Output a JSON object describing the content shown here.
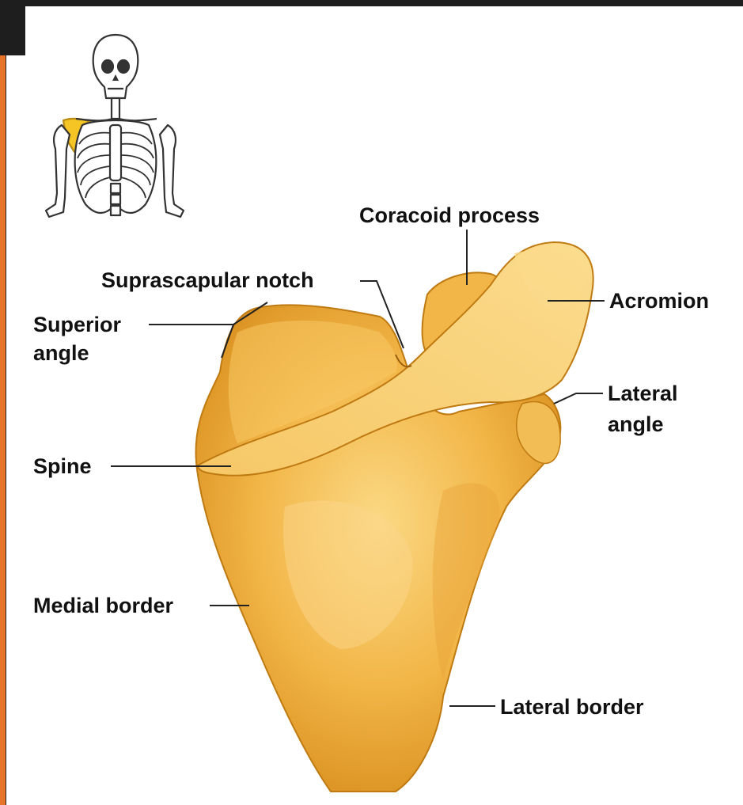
{
  "labels": {
    "coracoid_process": "Coracoid process",
    "suprascapular_notch": "Suprascapular notch",
    "acromion": "Acromion",
    "superior_angle_line1": "Superior",
    "superior_angle_line2": "angle",
    "lateral_angle_line1": "Lateral",
    "lateral_angle_line2": "angle",
    "spine": "Spine",
    "medial_border": "Medial border",
    "lateral_border": "Lateral border"
  },
  "colors": {
    "frame": "#1e1e1e",
    "accent": "#e8742a",
    "bone_fill": "#f2b648",
    "bone_light": "#fbd985",
    "bone_shadow": "#d9901f",
    "highlight_scapula": "#f5c425",
    "leader_line": "#222222"
  },
  "icons": {
    "skeleton_thumbnail": "skeleton-icon"
  }
}
